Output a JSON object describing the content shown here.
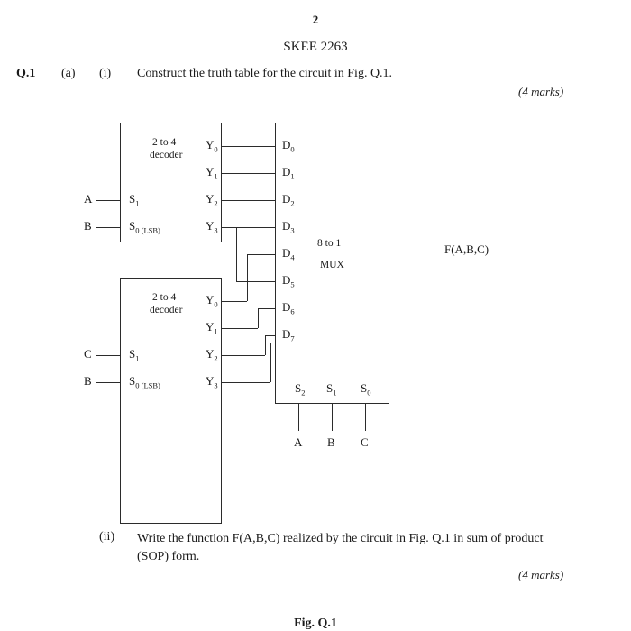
{
  "header": {
    "page_number": "2",
    "course_code": "SKEE 2263"
  },
  "question": {
    "number": "Q.1",
    "part": "(a)",
    "sub_i": "(i)",
    "text_i": "Construct the truth table for the circuit in Fig. Q.1.",
    "marks_i": "(4 marks)",
    "sub_ii": "(ii)",
    "text_ii": "Write the function F(A,B,C) realized by the circuit in Fig. Q.1 in sum of product  (SOP) form.",
    "marks_ii": "(4 marks)"
  },
  "figure": {
    "caption": "Fig. Q.1",
    "decoder1": {
      "title_line1": "2 to 4",
      "title_line2": "decoder",
      "inputs": [
        {
          "pin": "S",
          "pin_sub": "1",
          "signal": "A"
        },
        {
          "pin": "S",
          "pin_sub": "0 (LSB)",
          "signal": "B"
        }
      ],
      "outputs": [
        {
          "name": "Y",
          "sub": "0"
        },
        {
          "name": "Y",
          "sub": "1"
        },
        {
          "name": "Y",
          "sub": "2"
        },
        {
          "name": "Y",
          "sub": "3"
        }
      ]
    },
    "decoder2": {
      "title_line1": "2 to 4",
      "title_line2": "decoder",
      "inputs": [
        {
          "pin": "S",
          "pin_sub": "1",
          "signal": "C"
        },
        {
          "pin": "S",
          "pin_sub": "0 (LSB)",
          "signal": "B"
        }
      ],
      "outputs": [
        {
          "name": "Y",
          "sub": "0"
        },
        {
          "name": "Y",
          "sub": "1"
        },
        {
          "name": "Y",
          "sub": "2"
        },
        {
          "name": "Y",
          "sub": "3"
        }
      ]
    },
    "mux": {
      "title_line1": "8 to 1",
      "title_line2": "MUX",
      "data_inputs": [
        {
          "name": "D",
          "sub": "0"
        },
        {
          "name": "D",
          "sub": "1"
        },
        {
          "name": "D",
          "sub": "2"
        },
        {
          "name": "D",
          "sub": "3"
        },
        {
          "name": "D",
          "sub": "4"
        },
        {
          "name": "D",
          "sub": "5"
        },
        {
          "name": "D",
          "sub": "6"
        },
        {
          "name": "D",
          "sub": "7"
        }
      ],
      "select_inputs": [
        {
          "name": "S",
          "sub": "2",
          "signal": "A"
        },
        {
          "name": "S",
          "sub": "1",
          "signal": "B"
        },
        {
          "name": "S",
          "sub": "0",
          "signal": "C"
        }
      ],
      "output": "F(A,B,C)"
    }
  },
  "colors": {
    "text": "#1a1a1a",
    "line": "#2b2b2b",
    "background": "#ffffff"
  }
}
